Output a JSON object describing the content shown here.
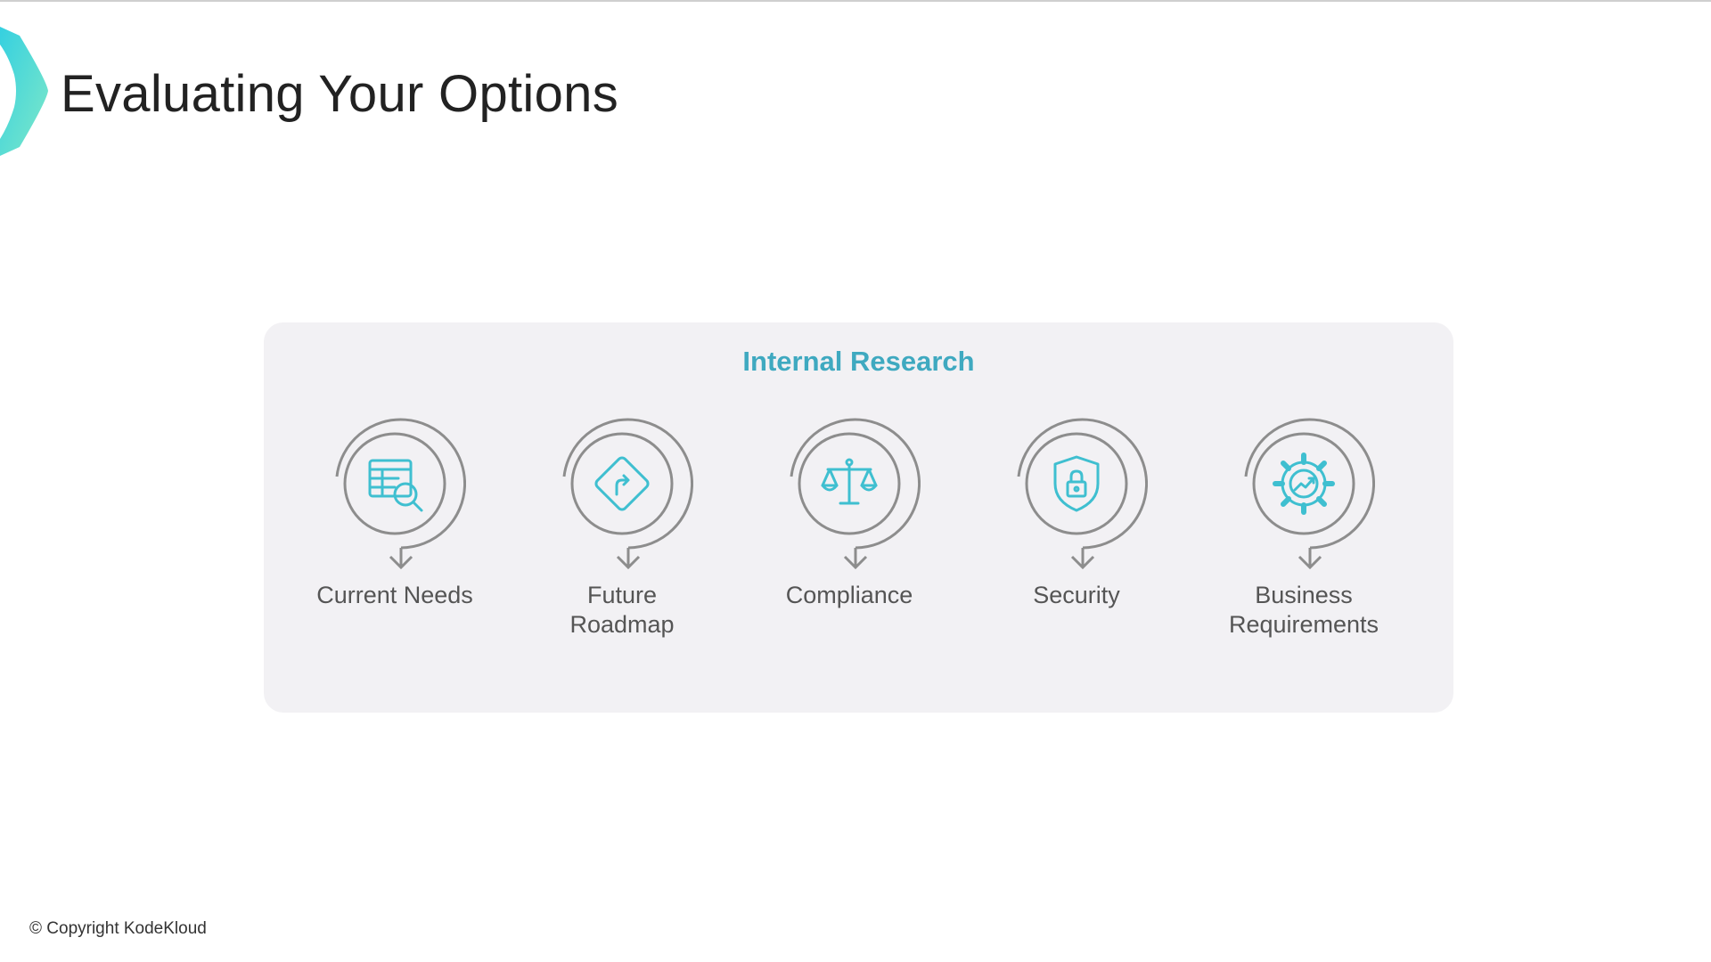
{
  "slide": {
    "title": "Evaluating Your Options",
    "copyright": "© Copyright KodeKloud",
    "accent_color": "#3fa9c0",
    "logo_colors": [
      "#35d0e0",
      "#7ee8c8"
    ]
  },
  "panel": {
    "heading": "Internal Research",
    "background": "#f2f1f4",
    "items": [
      {
        "label": "Current Needs",
        "icon": "table-search-icon"
      },
      {
        "label": "Future\nRoadmap",
        "icon": "road-sign-icon"
      },
      {
        "label": "Compliance",
        "icon": "scales-icon"
      },
      {
        "label": "Security",
        "icon": "shield-lock-icon"
      },
      {
        "label": "Business\nRequirements",
        "icon": "gear-chart-icon"
      }
    ]
  }
}
